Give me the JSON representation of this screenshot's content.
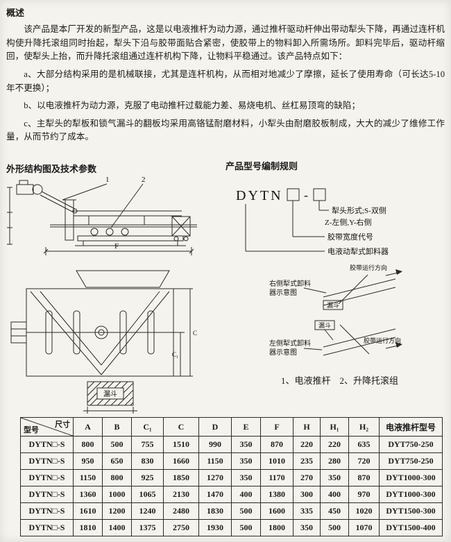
{
  "doc": {
    "overview": {
      "heading": "概述",
      "intro": "该产品是本厂开发的新型产品，这是以电液推杆为动力源，通过推杆驱动杆伸出带动犁头下降，再通过连杆机构使升降托滚组同时抬起，犁头下沿与胶带面贴合紧密，使胶带上的物料卸入所需场所。卸料完毕后，驱动杆缩回，使犁头上抬，而升降托滚组通过连杆机构下降，让物料平稳通过。该产品特点如下：",
      "feature_a": "a、大部分结构采用的是机械联接，尤其是连杆机构，从而相对地减少了摩擦，延长了使用寿命（可长达5-10年不更换）；",
      "feature_b": "b、以电液推杆为动力源，克服了电动推杆过载能力差、易烧电机、丝杠易顶弯的缺陷；",
      "feature_c": "c、主犁头的犁板和锁气漏斗的翻板均采用高铬锰耐磨材料，小犁头由耐磨胶板制成，大大的减少了维修工作量，从而节约了成本。"
    },
    "drawing": {
      "heading": "外形结构图及技术参数",
      "callout_1": "1",
      "callout_2": "2",
      "dim_f": "F",
      "dim_c1": "C₁",
      "dim_c": "C",
      "funnel": "漏斗"
    },
    "model_rules": {
      "heading": "产品型号编制规则",
      "prefix": "DYTN",
      "dash": "-",
      "label_head_form": "犁头形式;S-双侧",
      "label_head_form2": "Z-左侧,Y-右侧",
      "label_belt_width": "胶带宽度代号",
      "label_product": "电液动犁式卸料器",
      "right_schematic_line1": "右侧犁式卸料",
      "right_schematic_line2": "器示意图",
      "left_schematic_line1": "左侧犁式卸料",
      "left_schematic_line2": "器示意图",
      "belt_direction": "胶带运行方向",
      "funnel": "漏斗",
      "caption": "1、电液推杆　2、升降托滚组"
    },
    "table": {
      "corner_top": "尺寸",
      "corner_bottom": "型号",
      "columns": [
        "A",
        "B",
        "C₁",
        "C",
        "D",
        "E",
        "F",
        "H",
        "H₁",
        "H₂",
        "电液推杆型号"
      ],
      "rows": [
        {
          "model": "DYTN□-S",
          "values": [
            "800",
            "500",
            "755",
            "1510",
            "990",
            "350",
            "870",
            "220",
            "220",
            "635",
            "DYT750-250"
          ]
        },
        {
          "model": "DYTN□-S",
          "values": [
            "950",
            "650",
            "830",
            "1660",
            "1150",
            "350",
            "1010",
            "235",
            "280",
            "720",
            "DYT750-250"
          ]
        },
        {
          "model": "DYTN□-S",
          "values": [
            "1150",
            "800",
            "925",
            "1850",
            "1270",
            "350",
            "1170",
            "270",
            "350",
            "870",
            "DYT1000-300"
          ]
        },
        {
          "model": "DYTN□-S",
          "values": [
            "1360",
            "1000",
            "1065",
            "2130",
            "1470",
            "400",
            "1380",
            "300",
            "400",
            "970",
            "DYT1000-300"
          ]
        },
        {
          "model": "DYTN□-S",
          "values": [
            "1610",
            "1200",
            "1240",
            "2480",
            "1830",
            "500",
            "1600",
            "335",
            "450",
            "1020",
            "DYT1500-300"
          ]
        },
        {
          "model": "DYTN□-S",
          "values": [
            "1810",
            "1400",
            "1375",
            "2750",
            "1930",
            "500",
            "1800",
            "350",
            "500",
            "1070",
            "DYT1500-400"
          ]
        }
      ]
    }
  }
}
